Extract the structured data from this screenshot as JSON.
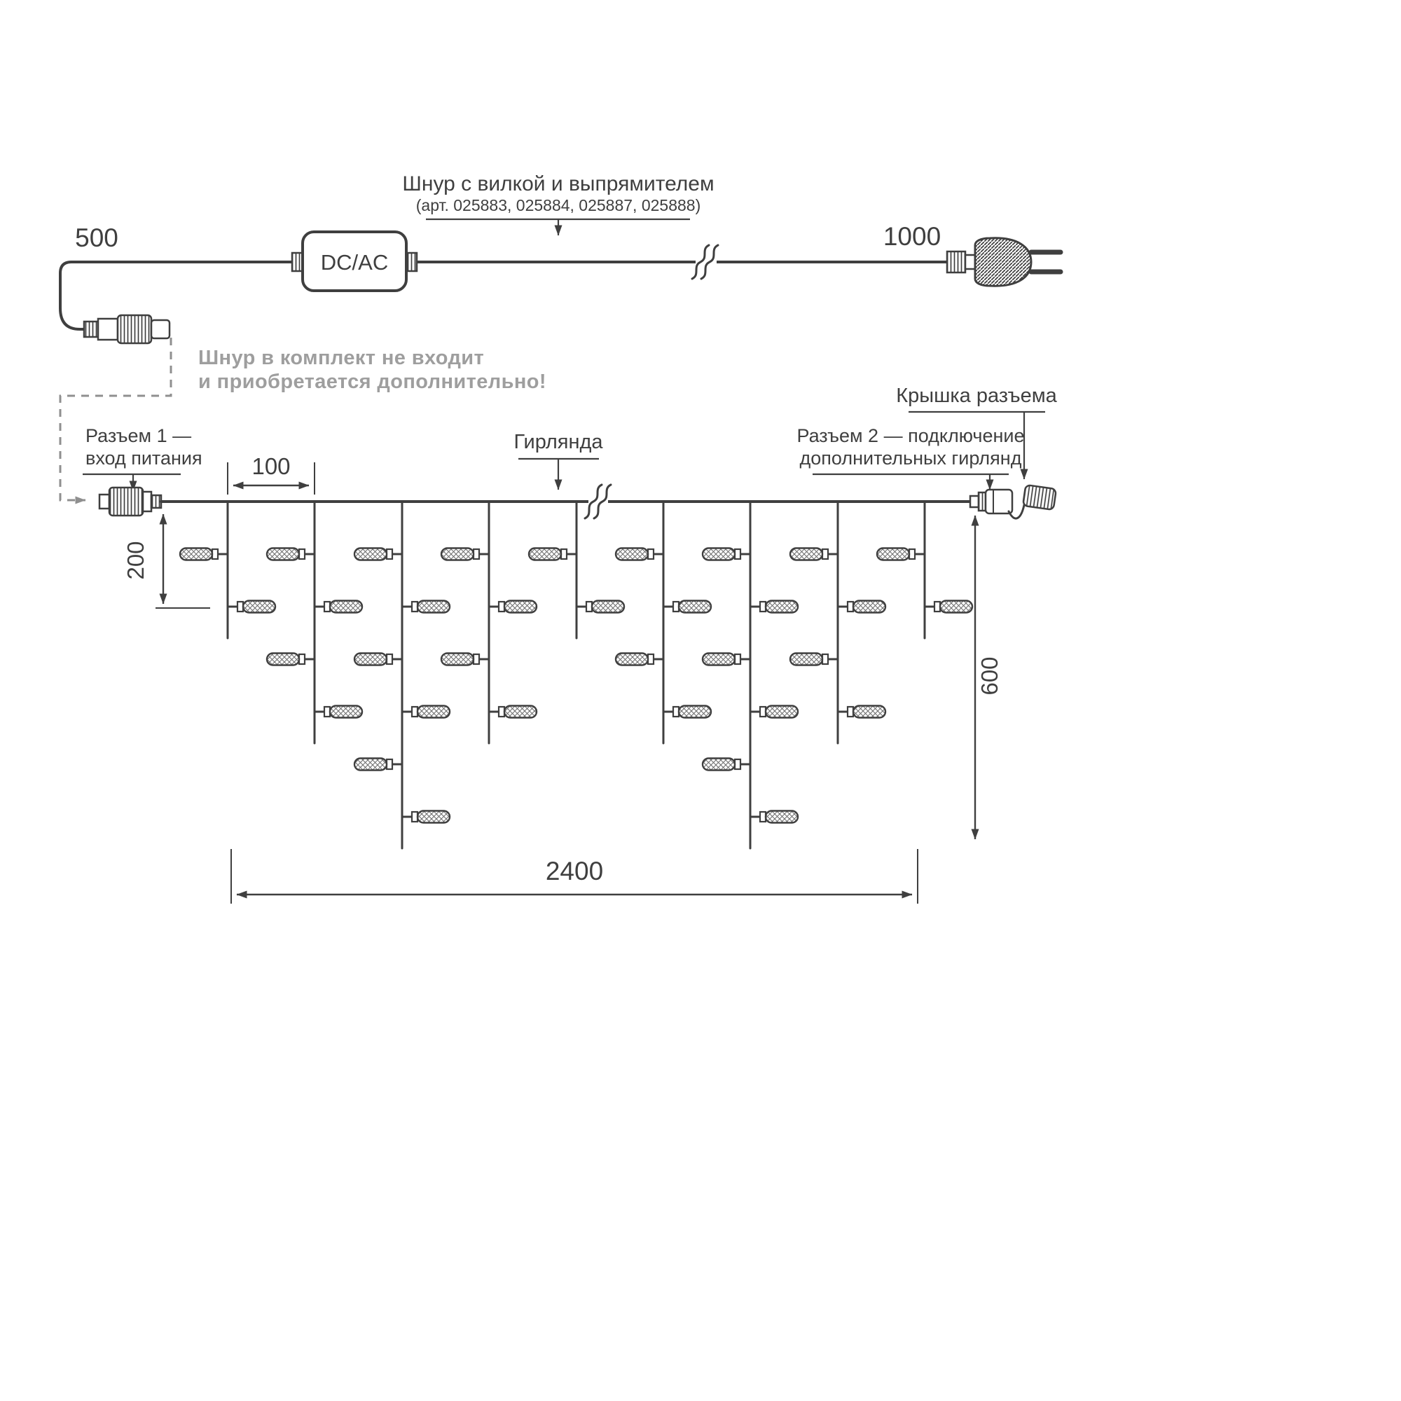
{
  "labels": {
    "cord_title": "Шнур с вилкой и выпрямителем",
    "cord_subtitle": "(арт. 025883, 025884, 025887, 025888)",
    "dcac": "DC/AC",
    "dim_500": "500",
    "dim_1000": "1000",
    "note_line1": "Шнур в комплект не входит",
    "note_line2": "и приобретается дополнительно!",
    "connector1_line1": "Разъем 1 —",
    "connector1_line2": "вход питания",
    "garland": "Гирлянда",
    "connector2_line1": "Разъем 2 — подключение",
    "connector2_line2": "дополнительных гирлянд",
    "cap": "Крышка разъема",
    "dim_100": "100",
    "dim_200": "200",
    "dim_600": "600",
    "dim_2400": "2400"
  },
  "colors": {
    "line": "#3f3f3f",
    "note_gray": "#9e9e9e",
    "dashed_gray": "#8f8f8f",
    "background": "#ffffff"
  },
  "diagram": {
    "drops": [
      {
        "bulbs": 2
      },
      {
        "bulbs": 4
      },
      {
        "bulbs": 6
      },
      {
        "bulbs": 4
      },
      {
        "bulbs": 2
      },
      {
        "bulbs": 4
      },
      {
        "bulbs": 6
      },
      {
        "bulbs": 4
      },
      {
        "bulbs": 2
      }
    ]
  }
}
